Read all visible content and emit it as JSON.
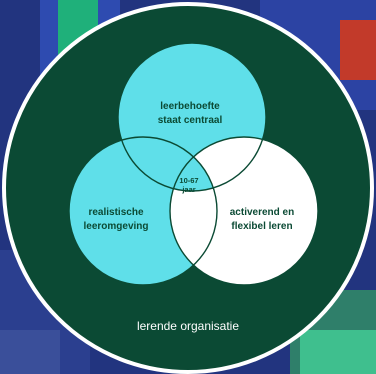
{
  "diagram": {
    "circles": [
      {
        "label": "leerbehoefte\nstaat centraal",
        "fill": "#5fdfe9"
      },
      {
        "label": "realistische\nleeromgeving",
        "fill": "#5fdfe9"
      },
      {
        "label": "activerend en\nflexibel leren",
        "fill": "#ffffff"
      }
    ],
    "center_label": "10-67\njaar",
    "outer_label": "lerende organisatie",
    "colors": {
      "outer_circle": "#0b4a34",
      "outer_ring": "#ffffff",
      "cyan": "#5fdfe9",
      "text_dark": "#0b4a34",
      "background_blue": "#2a3f97",
      "background_green": "#1fb07a"
    }
  }
}
